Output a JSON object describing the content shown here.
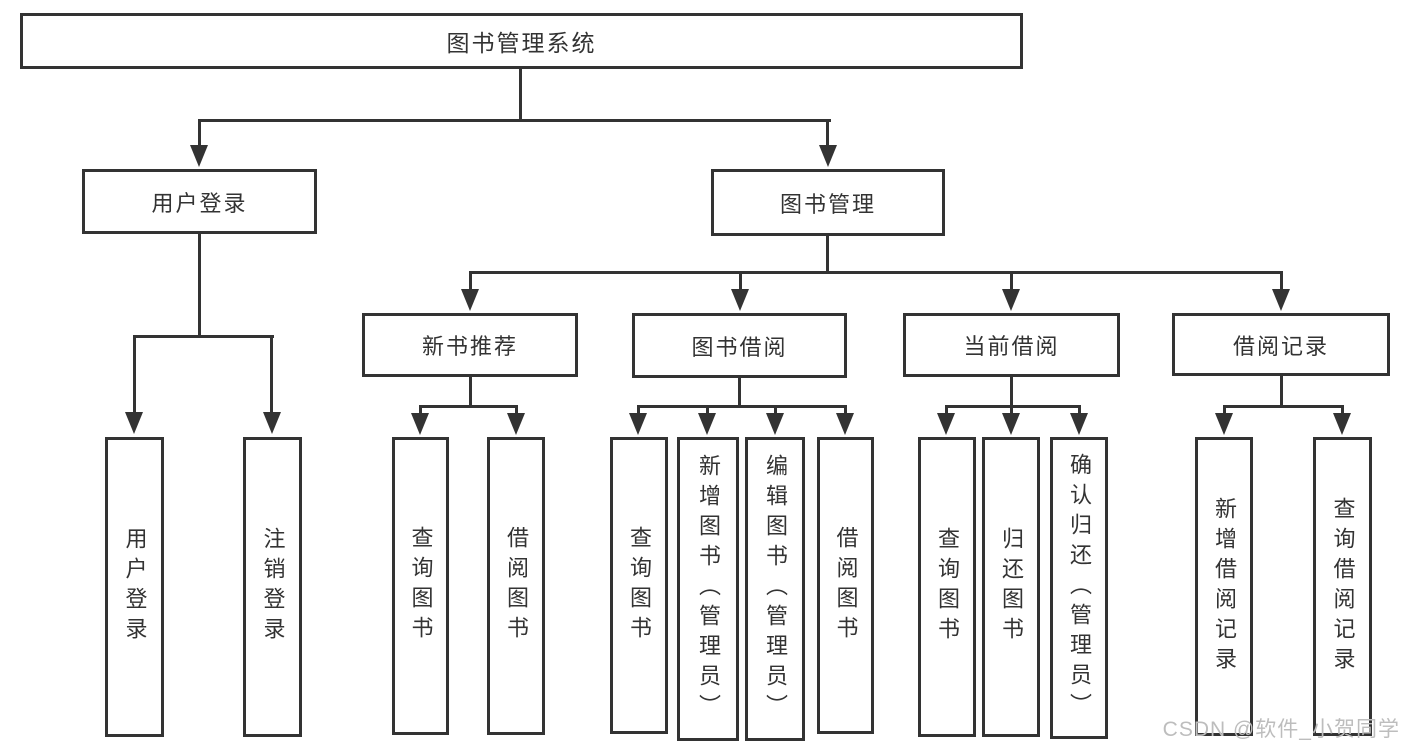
{
  "diagram_title": "图书管理系统",
  "watermark": {
    "text": "CSDN @软件_小贺同学"
  },
  "colors": {
    "line": "#333333",
    "text": "#333333",
    "box_background": "#ffffff",
    "page_background": "#ffffff",
    "watermark": "#bdbdbd"
  },
  "tree": {
    "root": {
      "label": "图书管理系统",
      "children": [
        {
          "label": "用户登录",
          "children": [
            {
              "label": "用户登录"
            },
            {
              "label": "注销登录"
            }
          ]
        },
        {
          "label": "图书管理",
          "children": [
            {
              "label": "新书推荐",
              "children": [
                {
                  "label": "查询图书"
                },
                {
                  "label": "借阅图书"
                }
              ]
            },
            {
              "label": "图书借阅",
              "children": [
                {
                  "label": "查询图书"
                },
                {
                  "label": "新增图书（管理员）"
                },
                {
                  "label": "编辑图书（管理员）"
                },
                {
                  "label": "借阅图书"
                }
              ]
            },
            {
              "label": "当前借阅",
              "children": [
                {
                  "label": "查询图书"
                },
                {
                  "label": "归还图书"
                },
                {
                  "label": "确认归还（管理员）"
                }
              ]
            },
            {
              "label": "借阅记录",
              "children": [
                {
                  "label": "新增借阅记录"
                },
                {
                  "label": "查询借阅记录"
                }
              ]
            }
          ]
        }
      ]
    }
  }
}
